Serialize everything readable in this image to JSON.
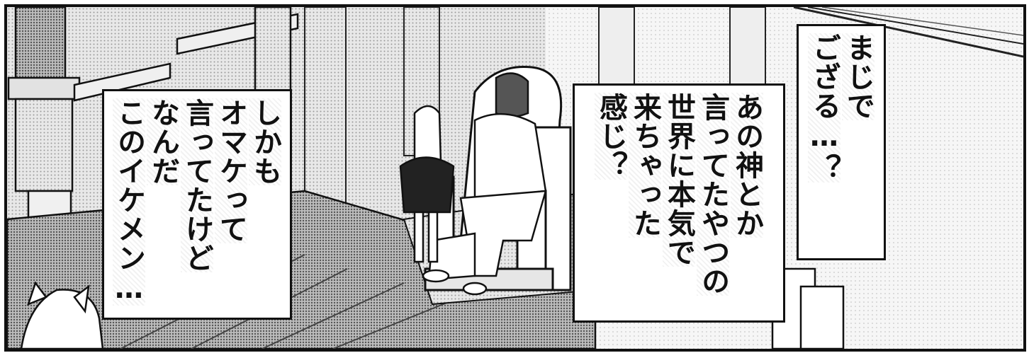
{
  "captions": {
    "right": [
      "まじで",
      "ござる…？"
    ],
    "middle": [
      "あの神とか",
      "言ってたやつの",
      "世界に本気で",
      "来ちゃった",
      "感じ？"
    ],
    "left": [
      "しかも",
      "オマケって",
      "言ってたけど",
      "なんだ",
      "このイケメン…"
    ]
  }
}
